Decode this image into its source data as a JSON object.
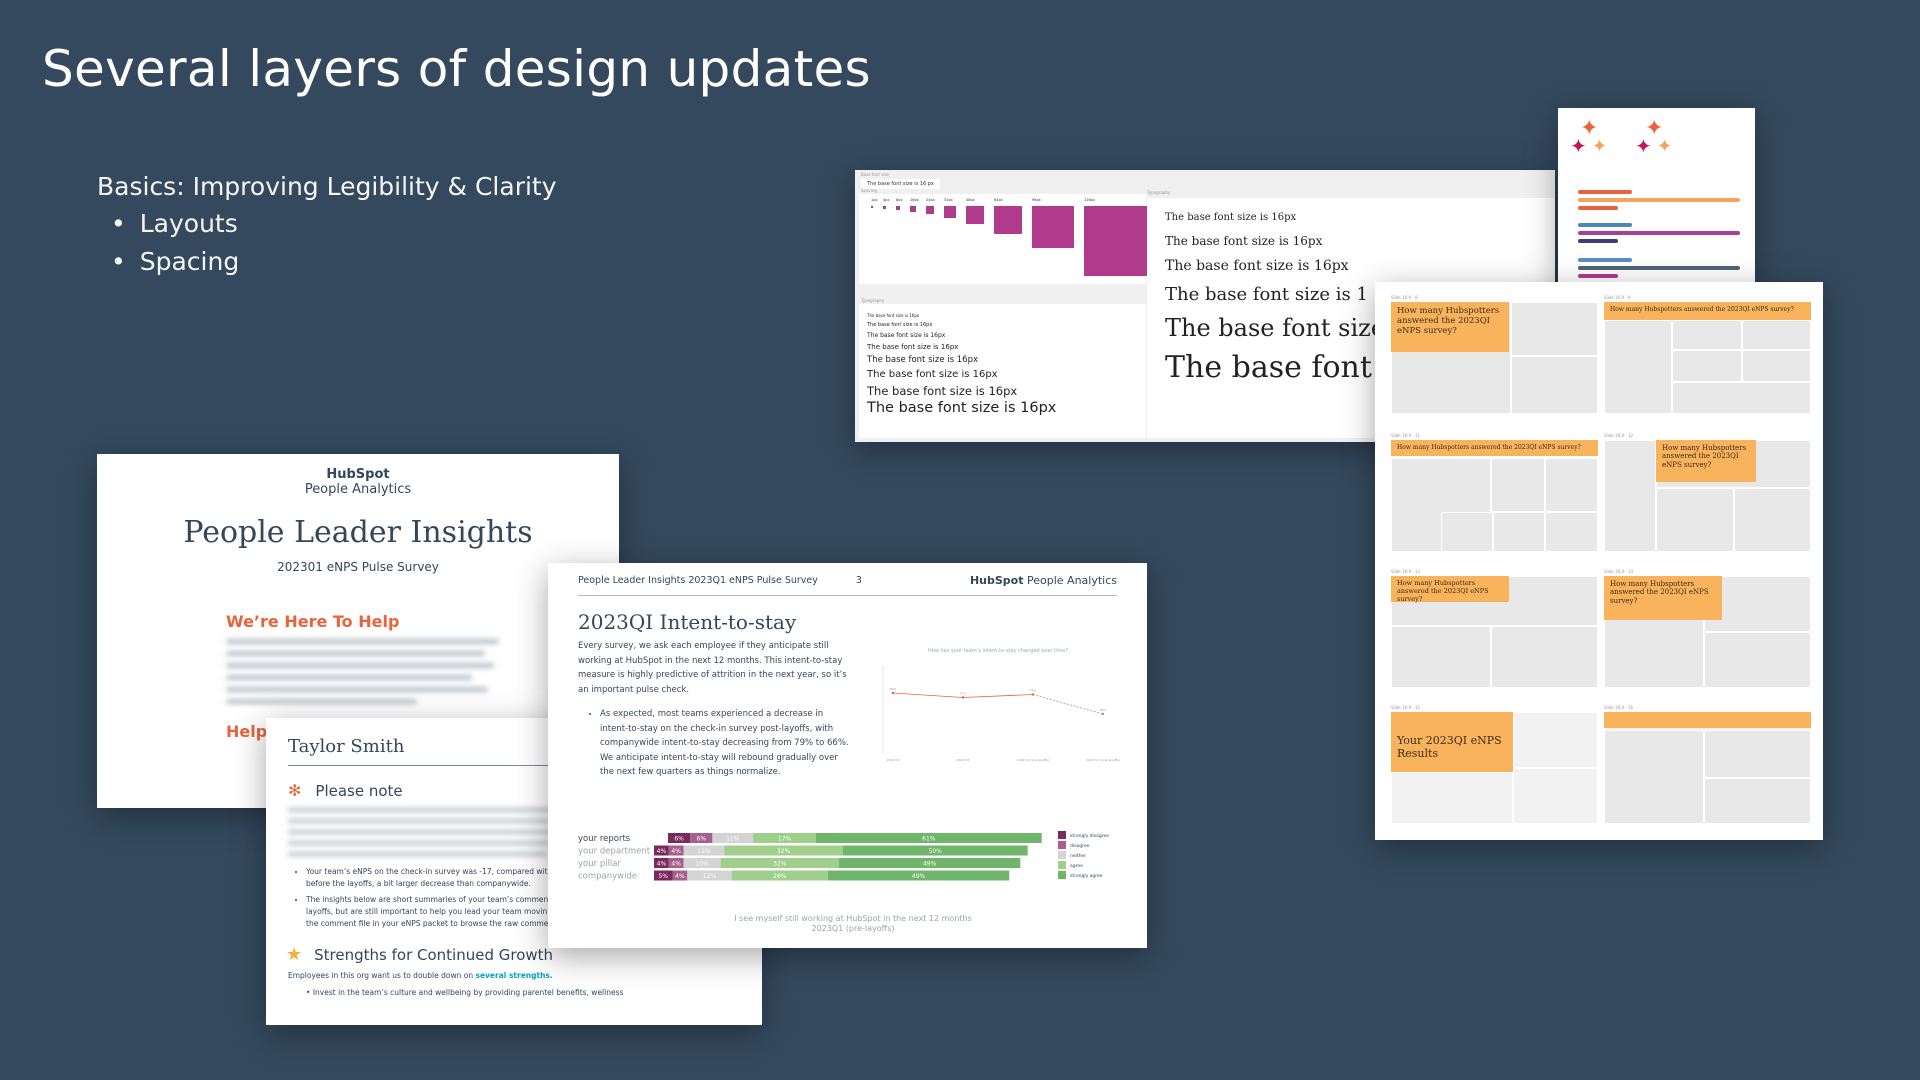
{
  "slide": {
    "title": "Several layers of design updates",
    "basics_heading": "Basics: Improving Legibility & Clarity",
    "bullets": [
      "Layouts",
      "Spacing"
    ]
  },
  "cover": {
    "brand": "HubSpot",
    "brand_sub": "People Analytics",
    "title": "People Leader Insights",
    "subtitle": "202301 eNPS Pulse Survey",
    "help_heading": "We’re Here To Help",
    "help2_heading": "Helpf"
  },
  "taylor": {
    "name": "Taylor Smith",
    "note_heading": "Please note",
    "bullets": [
      "Your team’s eNPS on the check-in survey was -17, compared with",
      "before the layoffs, a bit larger decrease than companywide.",
      "The insights below are short summaries of your team’s comment",
      "layoffs, but are still important to help you lead your team movin",
      "the comment file in your eNPS packet to browse the raw comme"
    ],
    "strengths_heading": "Strengths for Continued Growth",
    "emp_text": "Employees in this org want us to double down on",
    "emp_link": "several strengths.",
    "last_bullet": "Invest in the team’s culture and wellbeing by providing parentel benefits, wellness"
  },
  "intent": {
    "header_left": "People Leader Insights 2023Q1 eNPS Pulse Survey",
    "page_num": "3",
    "header_brand": "HubSpot",
    "header_brand_sub": "People Analytics",
    "title": "2023QI Intent-to-stay",
    "para": "Every survey, we ask each employee if they anticipate still working at HubSpot in the next 12 months. This intent-to-stay measure is highly predictive of attrition in the next year, so it’s an important pulse check.",
    "bullet": "As expected, most teams experienced a decrease in intent-to-stay on the check-in survey post-layoffs, with companywide intent-to-stay decreasing from 79% to 66%. We anticipate intent-to-stay will rebound gradually over the next few quarters as things normalize.",
    "caption_line1": "I see myself still working at HubSpot in the next 12 months",
    "caption_line2": "2023Q1 (pre-layoffs)"
  },
  "typography": {
    "header": "Base font size",
    "pill": "The base font size is 16 px",
    "spacing_label": "Spacing",
    "typo_label": "Typography",
    "serif_label": "Typography",
    "sample": "The base font size is 16px",
    "serif_truncated": [
      "The base font size is 16px",
      "The base font size is 16px",
      "The base font size is 16px",
      "The base font size is 1",
      "The base font size",
      "The base font"
    ],
    "spacing_sizes": [
      "1px",
      "4px",
      "8px",
      "16px",
      "24px",
      "32px",
      "48px",
      "64px",
      "96px",
      "128px"
    ]
  },
  "grid": {
    "thumbs": [
      {
        "label": "Slide 16:9 - 8",
        "title": "How many Hubspotters answered the 2023QI eNPS survey?"
      },
      {
        "label": "Slide 16:9 - 9",
        "title": "How many Hubspotters answered the 2023QI eNPS survey?"
      },
      {
        "label": "Slide 16:9 - 11",
        "title": "How many Hubspotters answered the 2023QI eNPS survey?"
      },
      {
        "label": "Slide 16:9 - 12",
        "title": "How many Hubspotters answered the 2023QI eNPS survey?"
      },
      {
        "label": "Slide 16:9 - 13",
        "title": "How many Hubspotters answered the 2023QI eNPS survey?"
      },
      {
        "label": "Slide 16:9 - 14",
        "title": "How many Hubspotters answered the 2023QI eNPS survey?"
      },
      {
        "label": "Slide 16:9 - 15",
        "title": "Your 2023QI eNPS Results"
      },
      {
        "label": "Slide 16:9 - 16",
        "title": ""
      }
    ]
  },
  "colors": {
    "background": "#34495e",
    "hubspot_orange": "#e8643c",
    "magenta": "#b03a8c",
    "orange_block": "#f9b35c",
    "agree_green": "#6fb56a"
  },
  "chart_data": [
    {
      "type": "line",
      "title": "How has your team’s intent-to-stay changed over time?",
      "x": [
        "2022 Q2",
        "2022 Q3",
        "2022 Q4 (pre-layoffs)",
        "2023 Q1 (post-layoffs)"
      ],
      "series": [
        {
          "values": [
            80,
            77,
            79,
            66
          ]
        }
      ],
      "ylim": [
        0,
        100
      ]
    },
    {
      "type": "bar",
      "title": "",
      "categories": [
        "your reports",
        "your department",
        "your pillar",
        "companywide"
      ],
      "series": [
        {
          "name": "strongly disagree",
          "values": [
            6,
            4,
            4,
            5
          ]
        },
        {
          "name": "disagree",
          "values": [
            6,
            4,
            4,
            4
          ]
        },
        {
          "name": "neither",
          "values": [
            11,
            11,
            10,
            12
          ]
        },
        {
          "name": "agree",
          "values": [
            17,
            32,
            32,
            26
          ]
        },
        {
          "name": "strongly agree",
          "values": [
            61,
            50,
            49,
            49
          ]
        }
      ],
      "xlabel": "I see myself still working at HubSpot in the next 12 months",
      "legend": "right"
    }
  ]
}
